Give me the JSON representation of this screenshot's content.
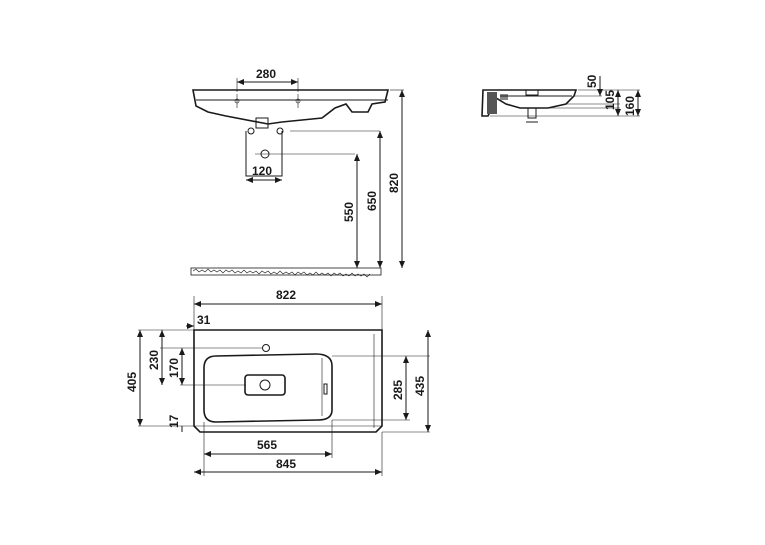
{
  "dimensions": {
    "side": {
      "tap_spacing": "280",
      "waste_width": "120",
      "waste_height": "550",
      "waste_outlet_height": "650",
      "total_height": "820"
    },
    "profile": {
      "rim": "50",
      "bowl_depth": "105",
      "total_depth": "160"
    },
    "plan": {
      "width_top": "822",
      "offset_left": "31",
      "tap_offset": "230",
      "bowl_center": "170",
      "depth_left": "405",
      "bottom_lip": "17",
      "bowl_width": "565",
      "total_width": "845",
      "bowl_depth": "285",
      "total_depth": "435"
    }
  }
}
